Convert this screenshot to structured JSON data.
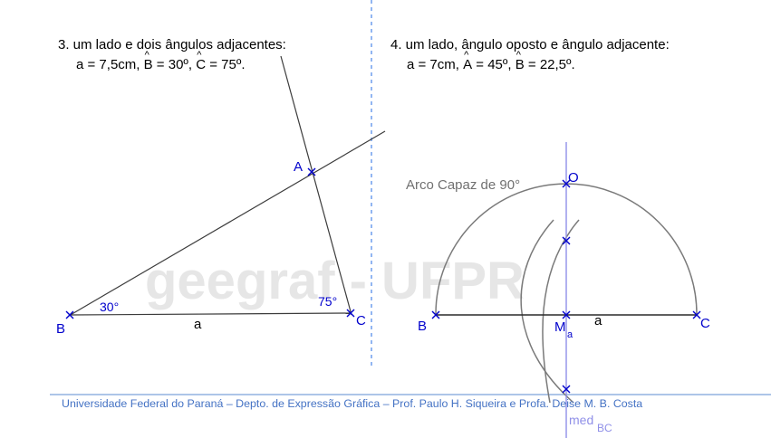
{
  "problem3": {
    "title": "3. um lado e dois ângulos adjacentes:",
    "given_prefix": "a = 7,5cm, ",
    "given_b_letter": "B",
    "given_b_value": " = 30º, ",
    "given_c_letter": "C",
    "given_c_value": " = 75º."
  },
  "problem4": {
    "title": "4. um lado, ângulo oposto e ângulo adjacente:",
    "given_prefix": "a = 7cm, ",
    "given_a_letter": "A",
    "given_a_value": " = 45º, ",
    "given_b_letter": "B",
    "given_b_value": " = 22,5º."
  },
  "watermark": "geegraf - UFPR",
  "figure1": {
    "label_A": "A",
    "label_B": "B",
    "label_C": "C",
    "label_a": "a",
    "angle_B": "30°",
    "angle_C": "75°"
  },
  "figure2": {
    "label_O": "O",
    "label_B": "B",
    "label_C": "C",
    "label_a": "a",
    "label_M": "M",
    "label_M_sub": "a",
    "arc_label": "Arco Capaz de 90°",
    "med_label": "med",
    "med_sub": "BC"
  },
  "footer": "Universidade Federal do Paraná – Depto. de Expressão Gráfica – Prof. Paulo H. Siqueira e Profa. Deise M. B. Costa",
  "colors": {
    "construction": "#3c3c3c",
    "points": "#0000cc",
    "arc": "#7a7a7a",
    "mediatrix": "#9090e8",
    "divider": "#4a86e8",
    "footer_rule": "#5b8bd0",
    "watermark": "#e6e6e6",
    "arc_label": "#707070"
  }
}
